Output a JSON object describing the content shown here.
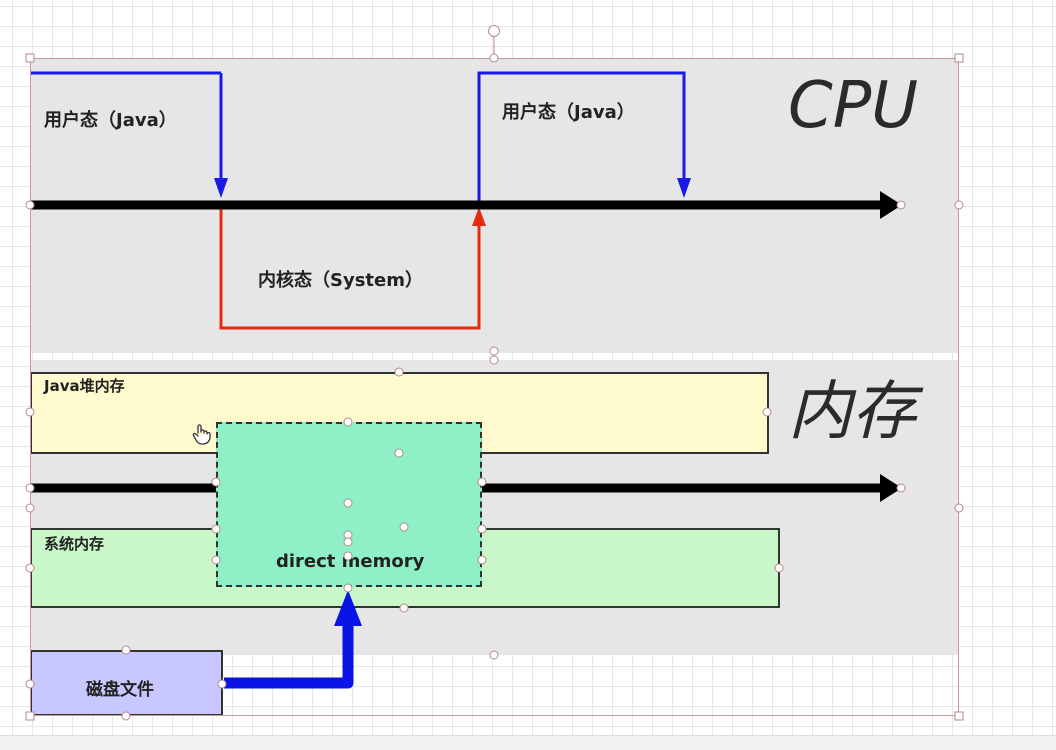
{
  "cpu": {
    "title": "CPU",
    "user_mode_left": "用户态（Java）",
    "user_mode_right": "用户态（Java）",
    "kernel_mode": "内核态（System）"
  },
  "memory": {
    "title": "内存",
    "java_heap": "Java堆内存",
    "system_memory": "系统内存",
    "direct_memory": "direct memory",
    "disk_file": "磁盘文件"
  },
  "colors": {
    "user_arrow": "#1a1ae6",
    "kernel_arrow": "#e62a10",
    "timeline": "#000000",
    "java_heap_fill": "#fffacd",
    "system_memory_fill": "#c9f7c9",
    "direct_memory_fill": "#8ff0c8",
    "disk_file_fill": "#c8c8ff",
    "disk_arrow": "#0a14e6",
    "panel": "#e6e6e6"
  },
  "icons": [
    "hand-pointer-icon"
  ]
}
